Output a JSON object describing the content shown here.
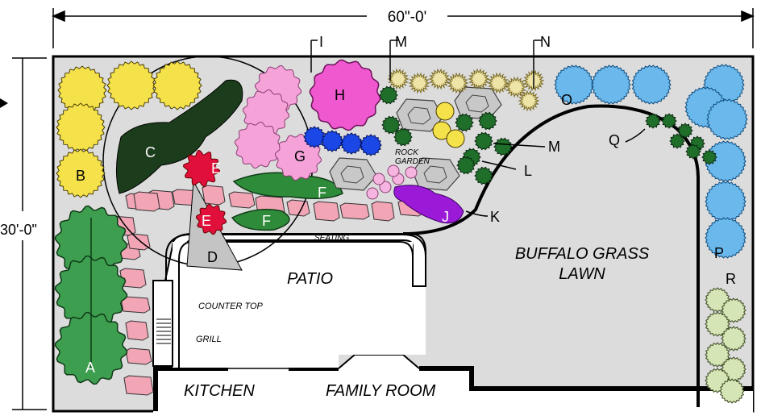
{
  "dimensions": {
    "width_label": "60\"-0'",
    "height_label": "30'-0\""
  },
  "areas": {
    "patio": "PATIO",
    "lawn_line1": "BUFFALO GRASS",
    "lawn_line2": "LAWN",
    "rock_line1": "ROCK",
    "rock_line2": "GARDEN",
    "seating": "SEATING",
    "counter": "COUNTER TOP",
    "grill": "GRILL",
    "kitchen": "KITCHEN",
    "family_room": "FAMILY ROOM"
  },
  "plant_labels": {
    "A": "A",
    "B": "B",
    "C": "C",
    "D": "D",
    "E1": "E",
    "E2": "E",
    "F1": "F",
    "F2": "F",
    "G": "G",
    "H": "H",
    "I": "I",
    "J": "J",
    "K": "K",
    "L": "L",
    "M1": "M",
    "M2": "M",
    "N": "N",
    "O": "O",
    "P": "P",
    "Q": "Q",
    "R": "R"
  },
  "colors": {
    "ground": "#dcdcdc",
    "paving": "#f2a5b5",
    "yellow": "#f5e24a",
    "green": "#3e9e50",
    "dark_green": "#1c3d1c",
    "red": "#e0103a",
    "pink": "#f5a2d9",
    "magenta": "#f058cf",
    "blue": "#1a47e6",
    "light_blue": "#6ab8ec",
    "purple": "#9a1ad8",
    "sage": "#d5e5b5",
    "straw": "#efe4a8",
    "shrub": "#1f6f2a",
    "rock": "#b8b8b8"
  }
}
